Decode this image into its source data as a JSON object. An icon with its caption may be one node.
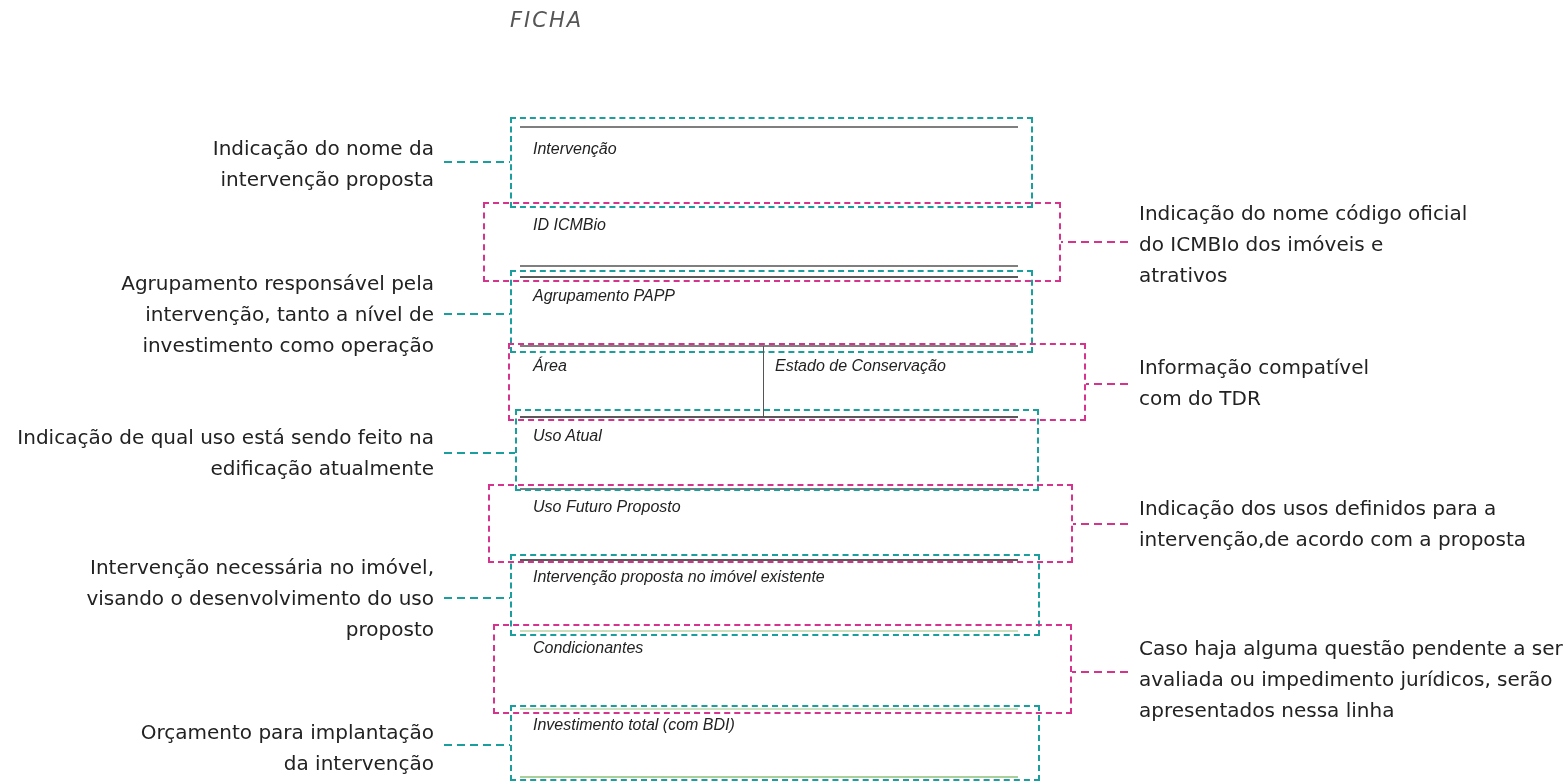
{
  "diagram": {
    "title": "FICHA",
    "nodes": [
      {
        "text": [
          "Intervenção"
        ]
      },
      {
        "text": [
          "ID ICMBio"
        ]
      },
      {
        "text": [
          "Agrupamento PAPP"
        ]
      },
      {
        "text": [
          "Área",
          "Estado de Conservação"
        ]
      },
      {
        "text": [
          "Uso Atual"
        ]
      },
      {
        "text": [
          "Uso Futuro Proposto"
        ]
      },
      {
        "text": [
          "Intervenção proposta no imóvel existente"
        ]
      },
      {
        "text": [
          "Condicionantes"
        ]
      },
      {
        "text": [
          "Investimento total (com BDI)"
        ]
      },
      {
        "text": [
          "Indicação do nome da intervenção proposta"
        ]
      },
      {
        "text": [
          "Agrupamento responsável pela intervenção, tanto a nível de investimento como operação"
        ]
      },
      {
        "text": [
          "Indicação de qual uso está sendo feito na edificação atualmente"
        ]
      },
      {
        "text": [
          "Intervenção necessária no imóvel, visando o desenvolvimento do uso proposto"
        ]
      },
      {
        "text": [
          "Orçamento para implantação da intervenção"
        ]
      },
      {
        "text": [
          "Indicação do nome código oficial do ICMBIo dos imóveis e atrativos"
        ]
      },
      {
        "text": [
          "Informação compatível com do TDR"
        ]
      },
      {
        "text": [
          "Indicação dos usos definidos para a intervenção,de acordo com a proposta"
        ]
      },
      {
        "text": [
          "Caso haja alguma questão pendente a ser avaliada ou impedimento jurídicos, serão apresentados nessa linha"
        ]
      }
    ],
    "edges": [
      {
        "from": 9,
        "to": 0,
        "arrow": "none",
        "style": "dashed"
      },
      {
        "from": 10,
        "to": 2,
        "arrow": "none",
        "style": "dashed"
      },
      {
        "from": 11,
        "to": 4,
        "arrow": "none",
        "style": "dashed"
      },
      {
        "from": 12,
        "to": 6,
        "arrow": "none",
        "style": "dashed"
      },
      {
        "from": 13,
        "to": 8,
        "arrow": "none",
        "style": "dashed"
      },
      {
        "from": 14,
        "to": 1,
        "arrow": "none",
        "style": "dashed",
        "color": "#d6338f"
      },
      {
        "from": 15,
        "to": 3,
        "arrow": "none",
        "style": "dashed",
        "color": "#d6338f"
      },
      {
        "from": 16,
        "to": 5,
        "arrow": "none",
        "style": "dashed",
        "color": "#d6338f"
      },
      {
        "from": 17,
        "to": 7,
        "arrow": "none",
        "style": "dashed",
        "color": "#d6338f"
      }
    ]
  }
}
